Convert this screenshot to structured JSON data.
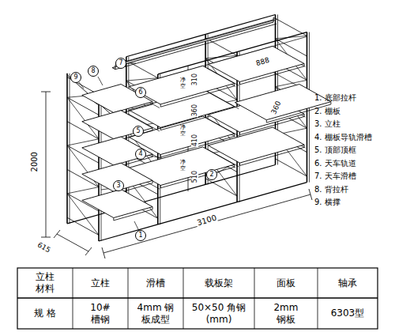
{
  "diagram": {
    "labels": [
      "7",
      "9",
      "8",
      "6",
      "5",
      "4",
      "3",
      "2",
      "1",
      "888",
      "310",
      "净空",
      "360",
      "净空",
      "410",
      "净空",
      "510",
      "360",
      "2000",
      "3100",
      "615",
      "1. 底部拉杆",
      "2. 棚板",
      "3. 立柱",
      "4. 棚板导轨滑槽",
      "5. 顶部顶框",
      "6. 天车轨道",
      "7. 天车滑槽",
      "8. 背拉杆",
      "9. 横撑",
      "立柱 材料",
      "立柱",
      "滑槽",
      "载板架",
      "面板",
      "轴承",
      "规 格",
      "10# 槽钢",
      "4mm 钢板成型",
      "50×50 角钢(mm)",
      "2mm 钢板",
      "6303型"
    ]
  }
}
